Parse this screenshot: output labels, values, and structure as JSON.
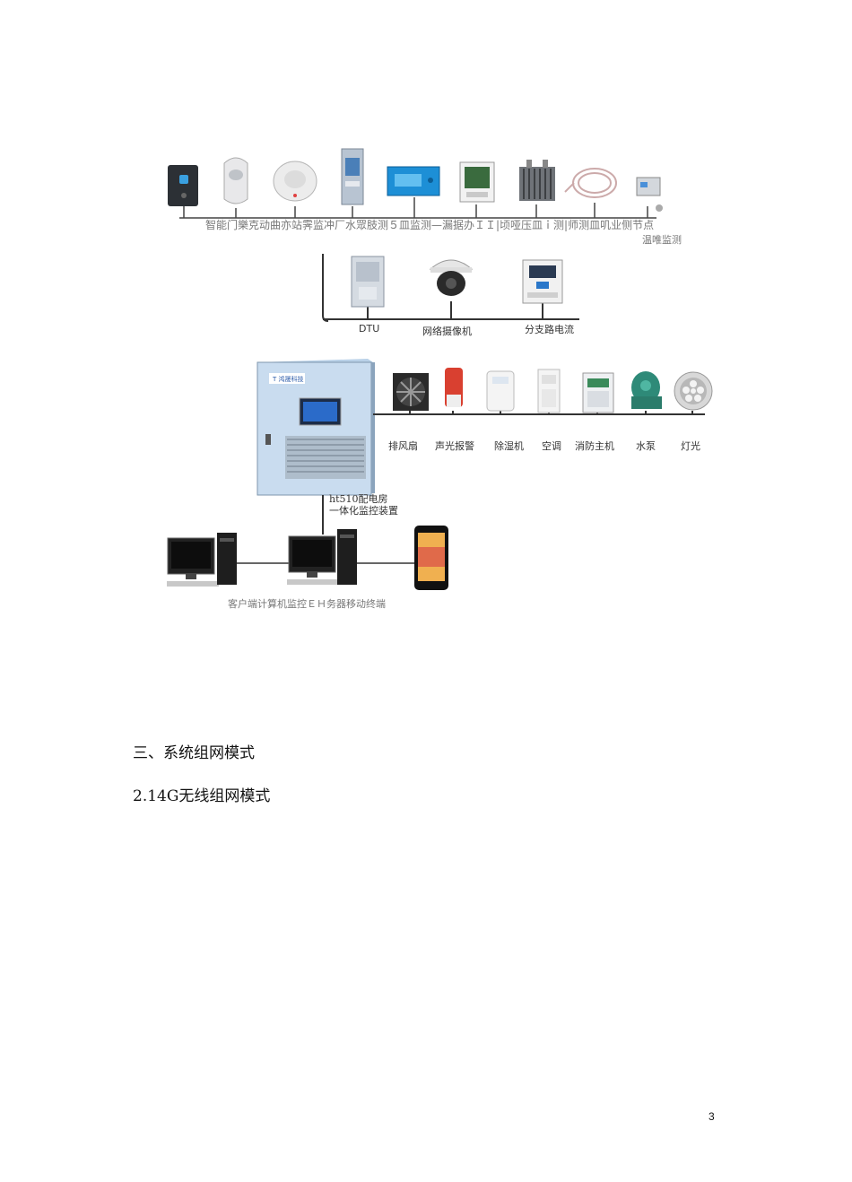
{
  "diagram": {
    "sensor_labels": "智能门樂克动曲亦站霁监冲厂水眾肢测５皿监测—漏据办ＩＩ|顷哑压皿ｉ测|师测皿叽业侧节点",
    "temp_label": "温唯监测",
    "dtu_label": "DTU",
    "camera_label": "网络摄像机",
    "branch_label": "分支路电流",
    "fan_label": "排风扇",
    "alarm_label": "声光报警",
    "dehumidifier_label": "除湿机",
    "ac_label": "空调",
    "fire_label": "消防主机",
    "pump_label": "水泵",
    "light_label": "灯光",
    "main_device_line1": "ht510配电房",
    "main_device_line2": "一体化监控装置",
    "bottom_labels": "客户端计算机监控ＥＨ务器移动终端"
  },
  "section_heading": "三、系统组网模式",
  "sub_heading": "2.14G无线组网模式",
  "page_number": "3"
}
